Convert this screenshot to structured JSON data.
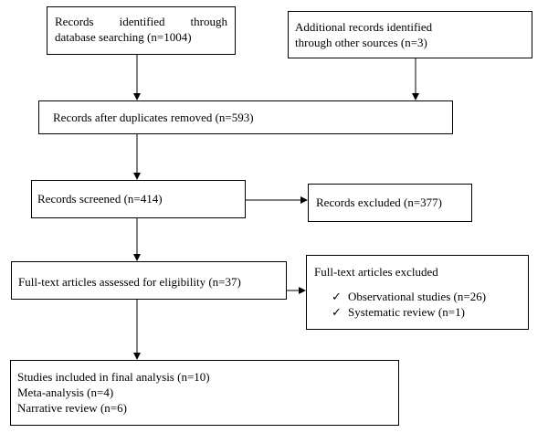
{
  "flow": {
    "db_search": {
      "line1_words": [
        "Records",
        "identified",
        "through"
      ],
      "line2": "database searching (n=1004)"
    },
    "other_sources": {
      "line1": "Additional records identified",
      "line2": "through other sources (n=3)"
    },
    "duplicates_removed": "Records after duplicates removed (n=593)",
    "screened": "Records screened (n=414)",
    "excluded": "Records excluded (n=377)",
    "fulltext_assessed": "Full-text articles assessed for eligibility (n=37)",
    "fulltext_excluded": {
      "title": "Full-text articles excluded",
      "items": [
        {
          "check": "✓",
          "label": "Observational studies (n=26)"
        },
        {
          "check": "✓",
          "label": "Systematic review (n=1)"
        }
      ]
    },
    "included": {
      "line1": "Studies included in final analysis (n=10)",
      "line2": "Meta-analysis (n=4)",
      "line3": "Narrative review (n=6)"
    }
  }
}
